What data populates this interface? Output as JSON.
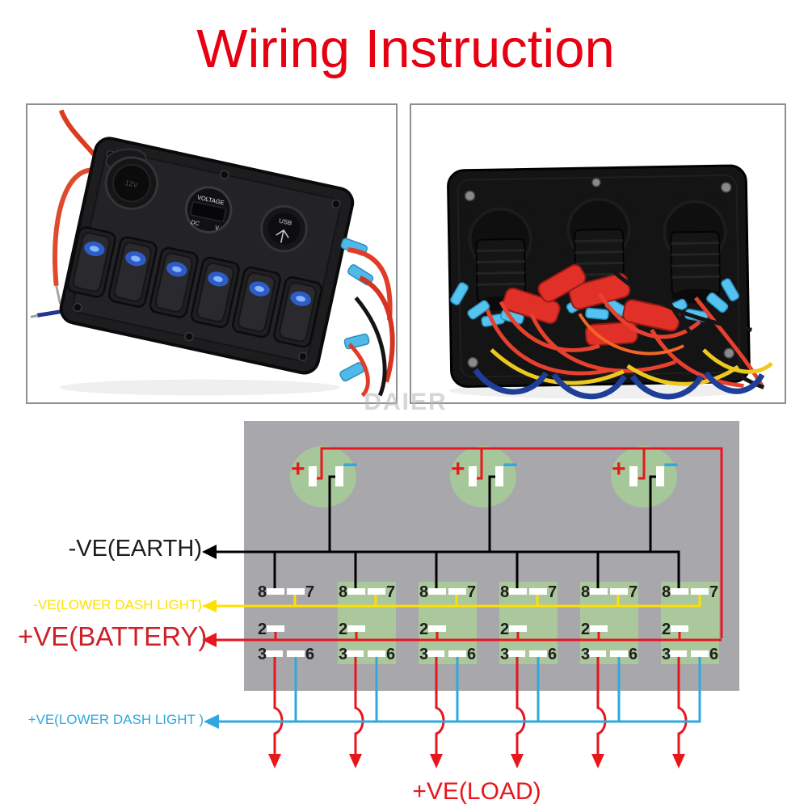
{
  "title": "Wiring Instruction",
  "watermark": "DAIER",
  "photos": {
    "front": {
      "voltmeter": "VOLTAGE",
      "voltmeter_dc": "DC",
      "voltmeter_v": "V",
      "usb": "USB",
      "socket": "12V"
    }
  },
  "diagram": {
    "labels": {
      "earth": "-VE(EARTH)",
      "dash_light_negative": "-VE(LOWER DASH LIGHT)",
      "battery": "+VE(BATTERY)",
      "dash_light_positive": "+VE(LOWER DASH LIGHT )",
      "load": "+VE(LOAD)"
    },
    "socket_terminals": {
      "plus": "+",
      "minus": "−"
    },
    "switch_terminals": {
      "top_left": "8",
      "top_right": "7",
      "middle": "2",
      "bottom_left": "3",
      "bottom_right": "6"
    },
    "colors": {
      "positive": "#e8161d",
      "negative": "#000000",
      "dash_negative": "#ffdf00",
      "dash_positive": "#2fa8e0",
      "panel_background": "#a8a7ac",
      "component_green": "#abc89d",
      "title_red": "#e60012"
    }
  }
}
